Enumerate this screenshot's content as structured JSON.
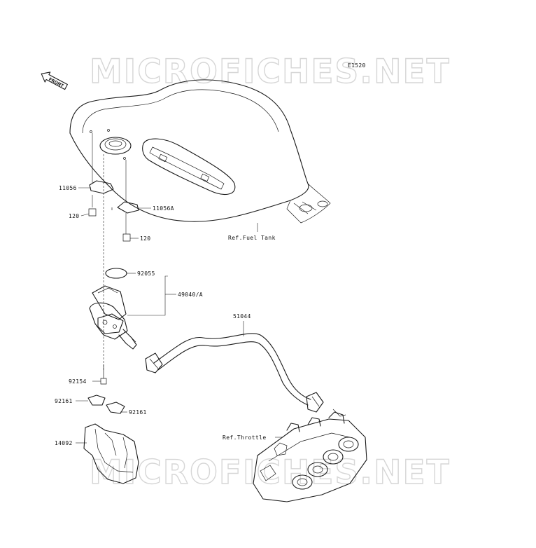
{
  "diagram_code": "E1520",
  "watermark": "MICROFICHES.NET",
  "front_arrow_label": "FRONT",
  "labels": {
    "p11056": "11056",
    "p11056A": "11056A",
    "p120_left": "120",
    "p120_right": "120",
    "p92055": "92055",
    "p49040A": "49040/A",
    "p51044": "51044",
    "p92154": "92154",
    "p92161_left": "92161",
    "p92161_right": "92161",
    "p14092": "14092"
  },
  "refs": {
    "fuel_tank": "Ref.Fuel Tank",
    "throttle": "Ref.Throttle"
  }
}
